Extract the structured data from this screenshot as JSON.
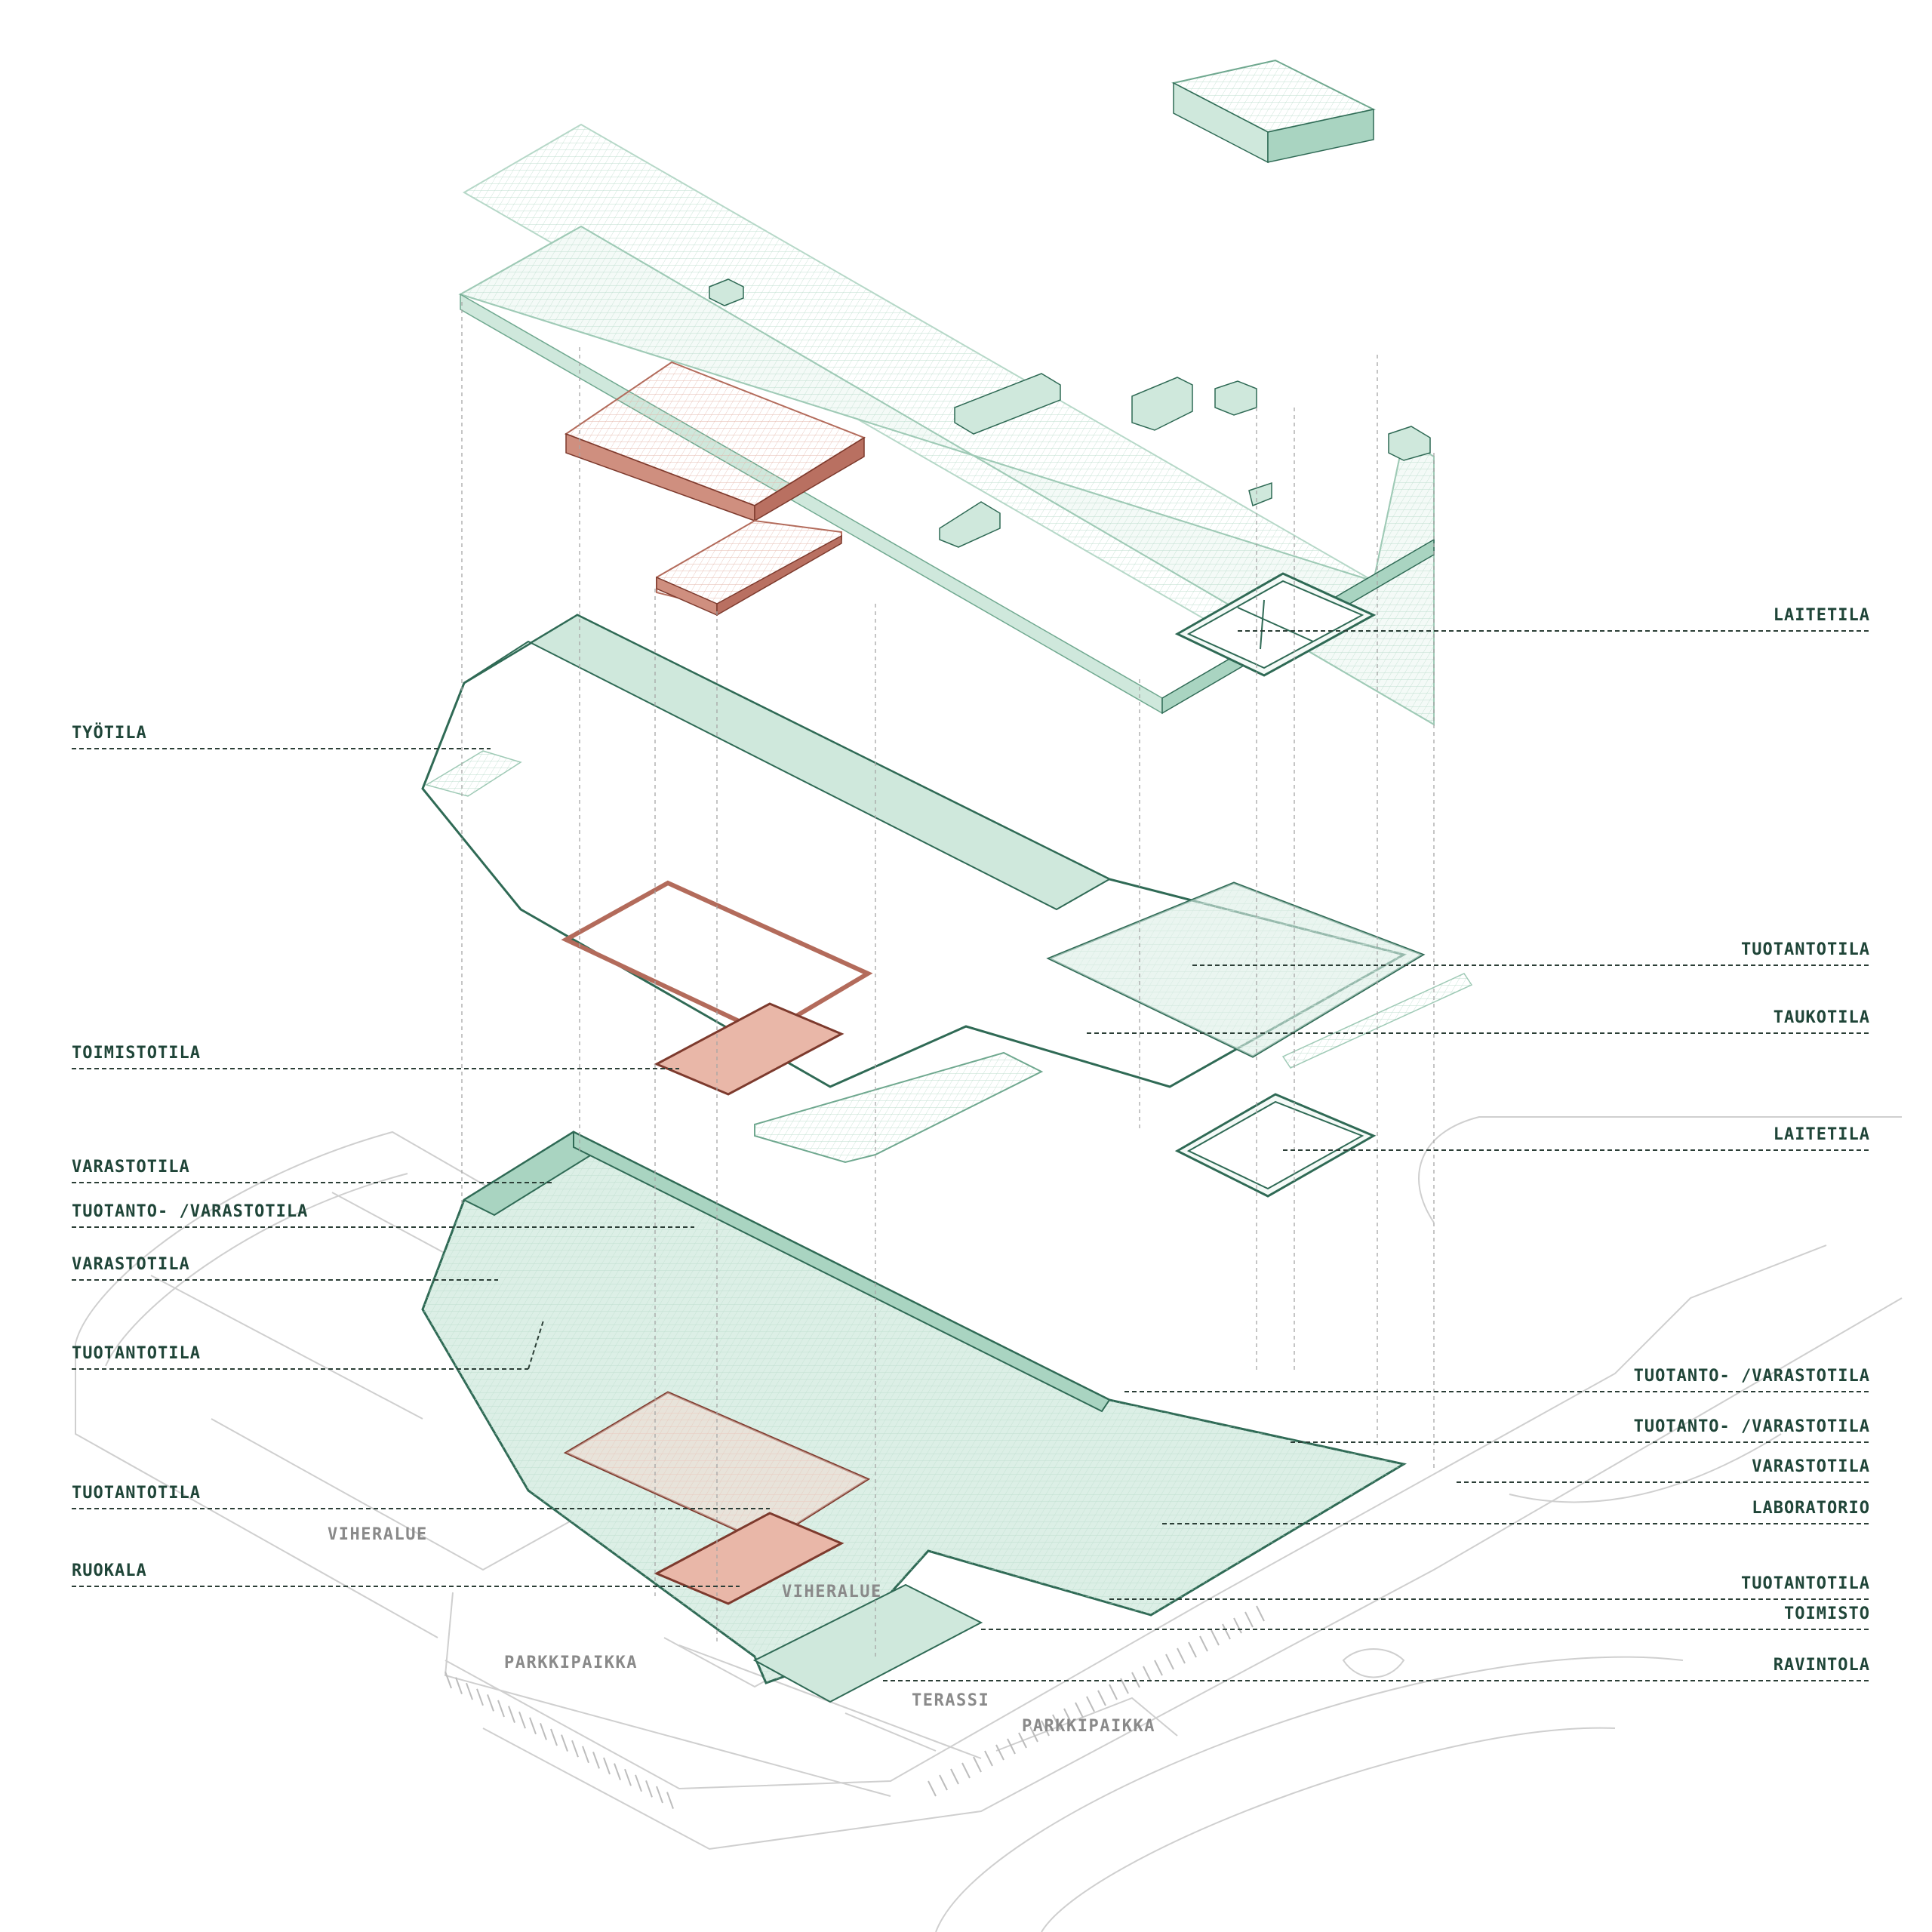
{
  "colors": {
    "green_fill": "#dcefe6",
    "green_wall": "#a9d4c1",
    "green_stroke": "#2f6a55",
    "red_fill": "#f3d8cf",
    "red_wall": "#cf8f7f",
    "red_stroke": "#7d3a2d",
    "label": "#1f4538",
    "site_label": "#8a8a8a",
    "site_line": "#c9c9c9"
  },
  "left_labels": [
    {
      "text": "TYÖTILA"
    },
    {
      "text": "TOIMISTOTILA"
    },
    {
      "text": "VARASTOTILA"
    },
    {
      "text": "TUOTANTO- /VARASTOTILA"
    },
    {
      "text": "VARASTOTILA"
    },
    {
      "text": "TUOTANTOTILA"
    },
    {
      "text": "TUOTANTOTILA"
    },
    {
      "text": "RUOKALA"
    }
  ],
  "right_labels": [
    {
      "text": "LAITETILA"
    },
    {
      "text": "TUOTANTOTILA"
    },
    {
      "text": "TAUKOTILA"
    },
    {
      "text": "LAITETILA"
    },
    {
      "text": "TUOTANTO- /VARASTOTILA"
    },
    {
      "text": "TUOTANTO- /VARASTOTILA"
    },
    {
      "text": "VARASTOTILA"
    },
    {
      "text": "LABORATORIO"
    },
    {
      "text": "TUOTANTOTILA"
    },
    {
      "text": "TOIMISTO"
    },
    {
      "text": "RAVINTOLA"
    }
  ],
  "site_labels": [
    {
      "text": "VIHERALUE"
    },
    {
      "text": "VIHERALUE"
    },
    {
      "text": "PARKKIPAIKKA"
    },
    {
      "text": "TERASSI"
    },
    {
      "text": "PARKKIPAIKKA"
    }
  ]
}
